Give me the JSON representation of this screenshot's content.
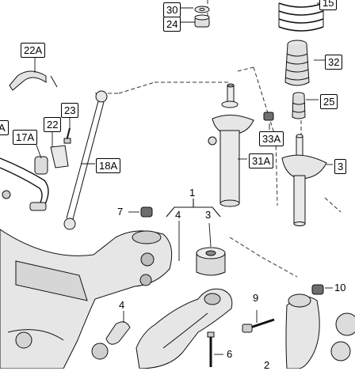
{
  "callouts": {
    "c15": "15",
    "c30": "30",
    "c24": "24",
    "c22A": "22A",
    "c32": "32",
    "c25": "25",
    "c23": "23",
    "c22": "22",
    "c17A": "17A",
    "c17A_edge": "A",
    "c33A": "33A",
    "c31A": "31A",
    "c18A": "18A",
    "c3_right": "3",
    "c1": "1",
    "c4_top": "4",
    "c3_mid": "3",
    "c7": "7",
    "c4_bot": "4",
    "c9": "9",
    "c10": "10",
    "c6": "6",
    "c2": "2"
  },
  "colors": {
    "part_fill": "#e9e9e9",
    "part_dark": "#bdbdbd",
    "outline": "#111111"
  }
}
